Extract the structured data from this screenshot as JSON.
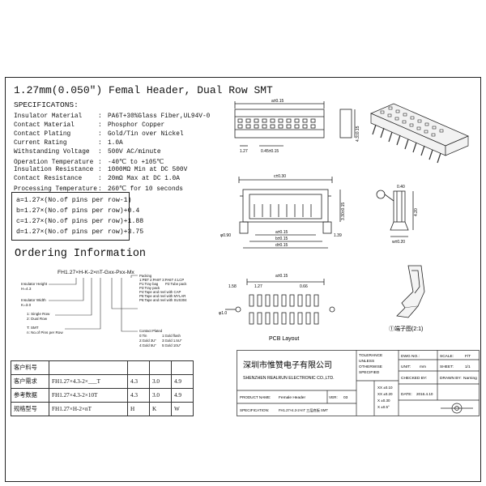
{
  "title": "1.27mm(0.050″) Femal Header, Dual Row SMT",
  "specs_heading": "SPECIFICATONS:",
  "specs": [
    {
      "label": "Insulator Material",
      "value": "PA6T+30%Glass Fiber,UL94V-0"
    },
    {
      "label": "Contact Material",
      "value": "Phosphor Copper"
    },
    {
      "label": "Contact Plating",
      "value": "Gold/Tin over Nickel"
    },
    {
      "label": "Current Rating",
      "value": "1.0A"
    },
    {
      "label": "Withstanding Voltage",
      "value": "500V AC/minute"
    },
    {
      "label": "Operation Temperature",
      "value": "-40℃ to +105℃"
    },
    {
      "label": "Insulation Resistance",
      "value": "1000MΩ Min at DC 500V"
    },
    {
      "label": "Contact Resistance",
      "value": "20mΩ Max at DC 1.0A"
    },
    {
      "label": "Processing Temperature",
      "value": "260℃ for 10 seconds"
    }
  ],
  "formulas": [
    "a=1.27×(No.of pins per row-1)",
    "b=1.27×(No.of pins per row)+0.4",
    "c=1.27×(No.of pins per row)+1.88",
    "d=1.27×(No.of pins per row)+3.75"
  ],
  "ordering_title": "Ordering Information",
  "part_code": "FH1.27×H-K-2×nT-Gxx-Pxx-Mx",
  "order_notes": {
    "insulator_height": [
      "Insulator Height",
      "H=4.3"
    ],
    "insulator_width": [
      "Insulator Width",
      "K=3.0"
    ],
    "rows": [
      "1: Single Row",
      "2: Dual Row"
    ],
    "pins": [
      "T: SMT",
      "n: No.of Pins per Row"
    ],
    "packing": [
      "Packing",
      "1:PBT 2:PA9T 3:PA6T 4:LCP",
      "P1:Tray bag",
      "P2:Tube pack",
      "P3:Tray pack",
      "P4:Tape and reel with CAP",
      "P5:Tape and reel with MYLAR",
      "P6:Tape and reel with SUS304"
    ],
    "plating": [
      "Contact Plated",
      "0:Tin",
      "1:Gold flash",
      "2:Gold 3U″",
      "3:Gold 1.5U″",
      "4:Gold 5U″",
      "5:Gold 10U″"
    ]
  },
  "dims": {
    "top_a": "a±0.15",
    "top_127": "1.27",
    "top_045": "0.45±0.15",
    "top_side": "4.3±0.15",
    "mid_c": "c±0.30",
    "mid_a": "a±0.15",
    "mid_b": "b±0.15",
    "mid_d": "d±0.15",
    "mid_330": "3.30±0.15",
    "mid_phi": "φ0.90",
    "mid_139": "1.39",
    "pcb_a": "a±0.15",
    "pcb_158": "1.58",
    "pcb_127": "1.27",
    "pcb_066": "0.66",
    "pcb_phi": "φ1.0",
    "pcb_layout": "PCB Layout",
    "detail_040": "0.40",
    "detail_w": "w±0.20",
    "detail_h": "4.20",
    "enlarged": "①端子图(2:1)"
  },
  "part_table": {
    "rows": [
      {
        "label": "客户料号",
        "part": "",
        "h": "",
        "k": "",
        "w": ""
      },
      {
        "label": "客户需求",
        "part": "FH1.27×4.3-2×___T",
        "h": "4.3",
        "k": "3.0",
        "w": "4.9"
      },
      {
        "label": "参考数据",
        "part": "FH1.27×4.3-2×10T",
        "h": "4.3",
        "k": "3.0",
        "w": "4.9"
      },
      {
        "label": "规格型号",
        "part": "FH1.27×H-2×nT",
        "h": "H",
        "k": "K",
        "w": "W"
      }
    ]
  },
  "title_block": {
    "company_cn": "深圳市惟赞电子有限公司",
    "company_en": "SHENZHEN REALRUN ELECTRONIC CO.,LTD.",
    "tolerance": [
      "TOLERANCE",
      "UNLESS",
      "OTHERWISE",
      "SPECIFIED"
    ],
    "tol_values": [
      "XX ±0.10",
      "XX ±0.20",
      "X ±0.30",
      "X ±0.5°"
    ],
    "dwg_no": "DWG NO.:",
    "scale": "SCALE:",
    "scale_val": "F/T",
    "unit": "UNIT:",
    "unit_val": "mm",
    "sheet": "SHEET:",
    "sheet_val": "1/1",
    "checked": "CHECKED BY:",
    "drawn": "DRAWN BY:",
    "drawn_val": "Narning",
    "product": "PRODUCT NAME:",
    "product_val": "Female Header",
    "ver": "VER:",
    "ver_val": "03",
    "date": "DATE:",
    "date_val": "2016.4.10",
    "specification": "SPECIFICATION:",
    "spec_val": "FH1.27×4.3-2×nT 三层底板 SMT"
  }
}
